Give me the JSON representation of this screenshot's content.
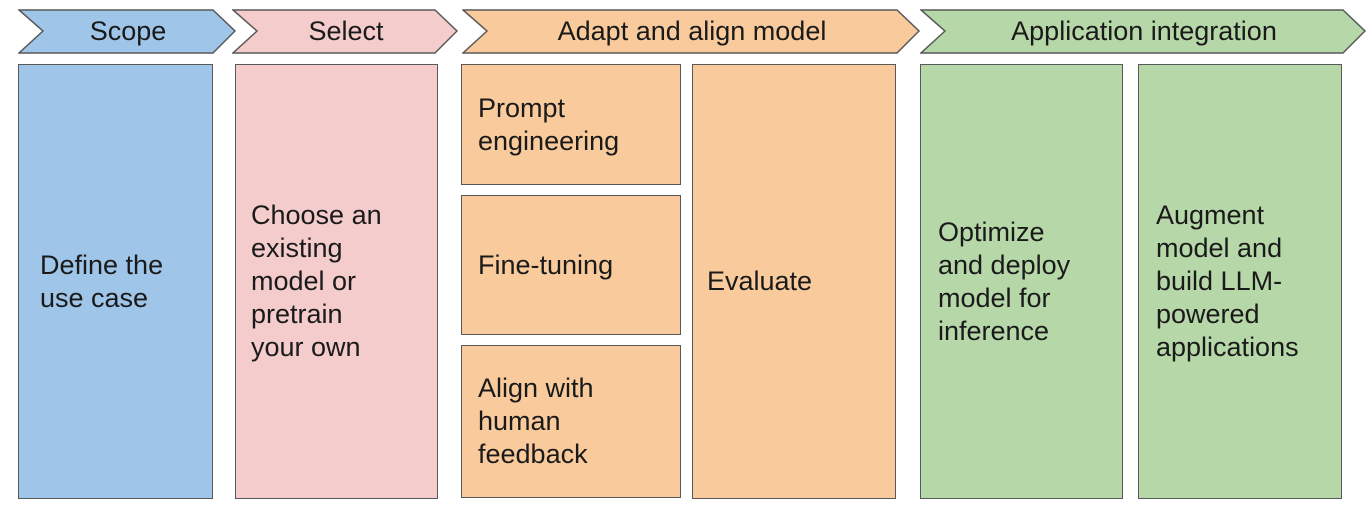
{
  "stages": [
    {
      "label": "Scope",
      "color": "#9FC5E8",
      "boxes": [
        "Define the\nuse case"
      ]
    },
    {
      "label": "Select",
      "color": "#F4CCCC",
      "boxes": [
        "Choose an\nexisting\nmodel or\npretrain\nyour own"
      ]
    },
    {
      "label": "Adapt and align model",
      "color": "#F9CB9C",
      "boxes": [
        "Prompt\nengineering",
        "Fine-tuning",
        "Align with\nhuman\nfeedback",
        "Evaluate"
      ]
    },
    {
      "label": "Application integration",
      "color": "#B6D7A8",
      "boxes": [
        "Optimize\nand deploy\nmodel for\ninference",
        "Augment\nmodel and\nbuild LLM-\npowered\napplications"
      ]
    }
  ],
  "style": {
    "border_color": "#595959",
    "text_color": "#1a1a1a",
    "background": "#FFFFFF"
  }
}
